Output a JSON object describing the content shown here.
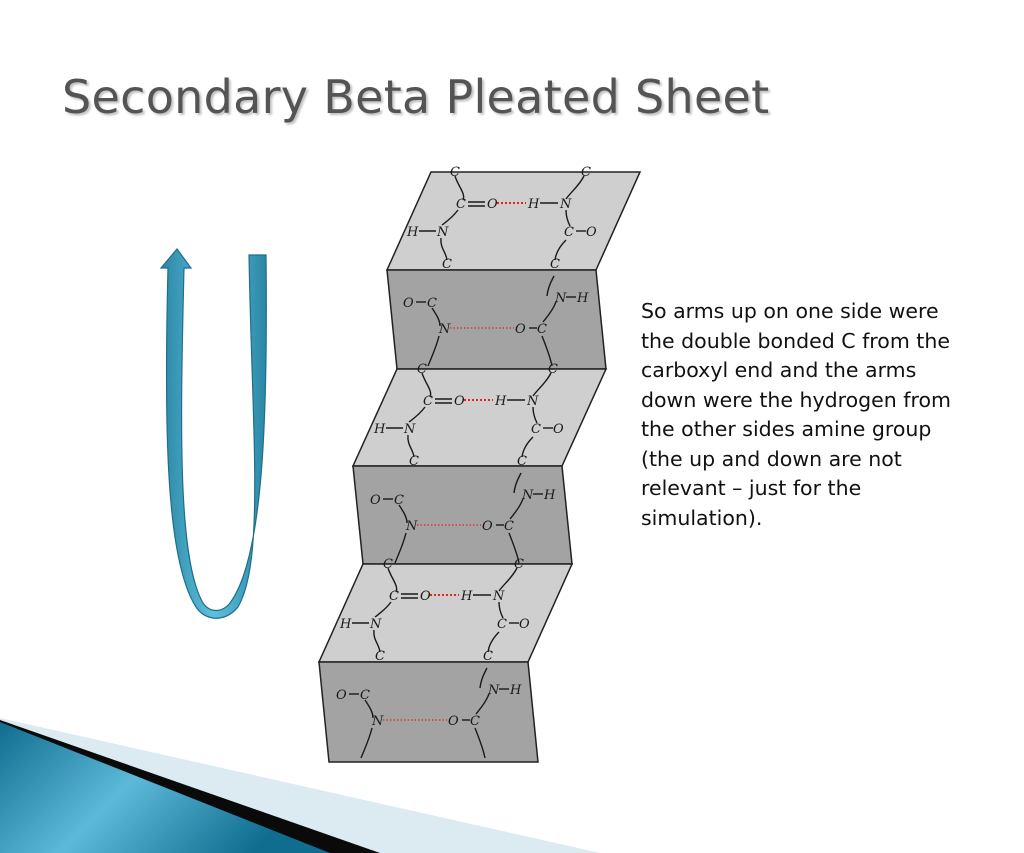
{
  "slide": {
    "title": "Secondary Beta Pleated Sheet",
    "body": "So arms up on one side were the double bonded C from the carboxyl end and the arms down were the hydrogen from the other sides amine group (the up and down are not relevant – just for the simulation)."
  },
  "diagram": {
    "light_groups": [
      {
        "c_top_l": "C",
        "c_top_r": "C",
        "c_l": "C",
        "o_l": "O",
        "h_r": "H",
        "n_r": "N",
        "h_l": "H",
        "n_l": "N",
        "c_r": "C",
        "o_r": "O",
        "c_bot_l": "C",
        "c_bot_r": "C"
      },
      {
        "c_top_l": "C",
        "c_top_r": "C",
        "c_l": "C",
        "o_l": "O",
        "h_r": "H",
        "n_r": "N",
        "h_l": "H",
        "n_l": "N",
        "c_r": "C",
        "o_r": "O",
        "c_bot_l": "C",
        "c_bot_r": "C"
      },
      {
        "c_top_l": "C",
        "c_top_r": "C",
        "c_l": "C",
        "o_l": "O",
        "h_r": "H",
        "n_r": "N",
        "h_l": "H",
        "n_l": "N",
        "c_r": "C",
        "o_r": "O",
        "c_bot_l": "C",
        "c_bot_r": "C"
      }
    ],
    "dark_groups": [
      {
        "o_l": "O",
        "c_l": "C",
        "n_r": "N",
        "h_r": "H",
        "n_l": "N",
        "o_m": "O",
        "c_r": "C"
      },
      {
        "o_l": "O",
        "c_l": "C",
        "n_r": "N",
        "h_r": "H",
        "n_l": "N",
        "o_m": "O",
        "c_r": "C"
      },
      {
        "o_l": "O",
        "c_l": "C",
        "n_r": "N",
        "h_r": "H",
        "n_l": "N",
        "o_m": "O",
        "c_r": "C"
      }
    ]
  },
  "colors": {
    "title": "#545454",
    "light_panel": "#cfcfcf",
    "dark_panel": "#a3a3a3",
    "arrow": "#3aa3c3",
    "hbond": "#e0241b"
  },
  "icons": {
    "arrow": "u-turn-up-arrow-icon",
    "corner": "decorative-swoosh"
  }
}
